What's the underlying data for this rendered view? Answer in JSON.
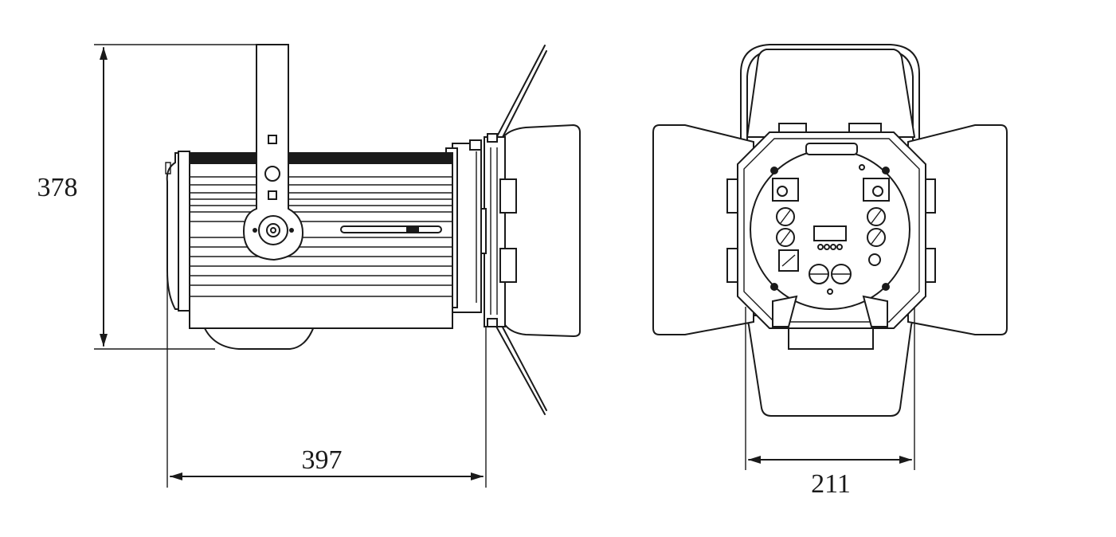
{
  "dimensions": {
    "height": "378",
    "length": "397",
    "width": "211"
  },
  "colors": {
    "line": "#1a1a1a",
    "background": "#ffffff"
  }
}
